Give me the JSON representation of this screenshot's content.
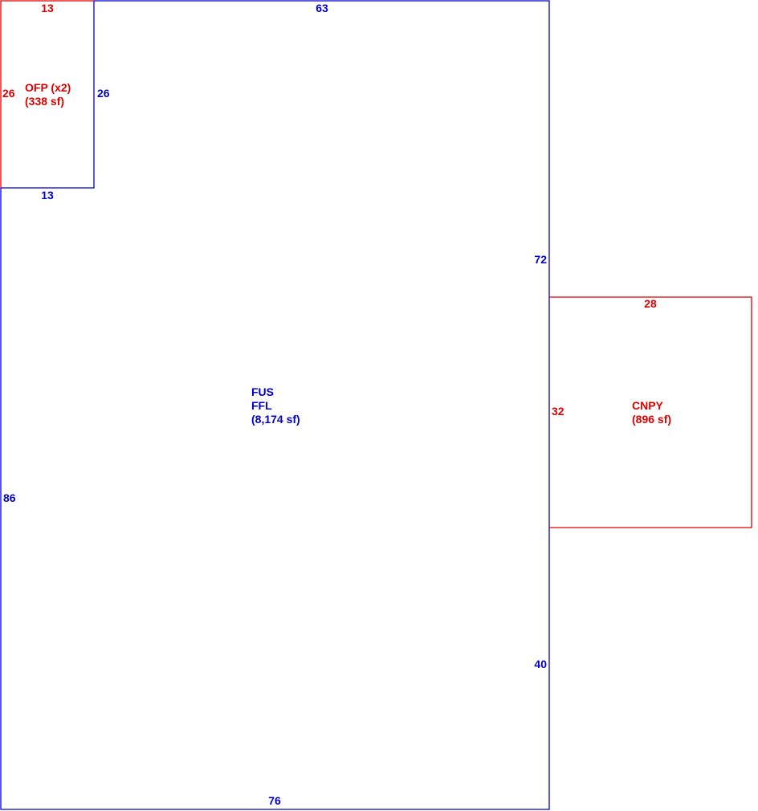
{
  "colors": {
    "main_structure": "#0000cc",
    "additions": "#dd0000",
    "background": "#ffffff"
  },
  "main_area": {
    "line1": "FUS",
    "line2": "FFL",
    "line3": "(8,174 sf)",
    "dims": {
      "top": "63",
      "notch_right": "26",
      "notch_bottom": "13",
      "right_upper": "72",
      "right_lower": "40",
      "bottom": "76",
      "left": "86"
    }
  },
  "porch": {
    "line1": "OFP (x2)",
    "line2": "(338 sf)",
    "dims": {
      "top": "13",
      "left": "26"
    }
  },
  "canopy": {
    "line1": "CNPY",
    "line2": "(896 sf)",
    "dims": {
      "top": "28",
      "left": "32"
    }
  }
}
